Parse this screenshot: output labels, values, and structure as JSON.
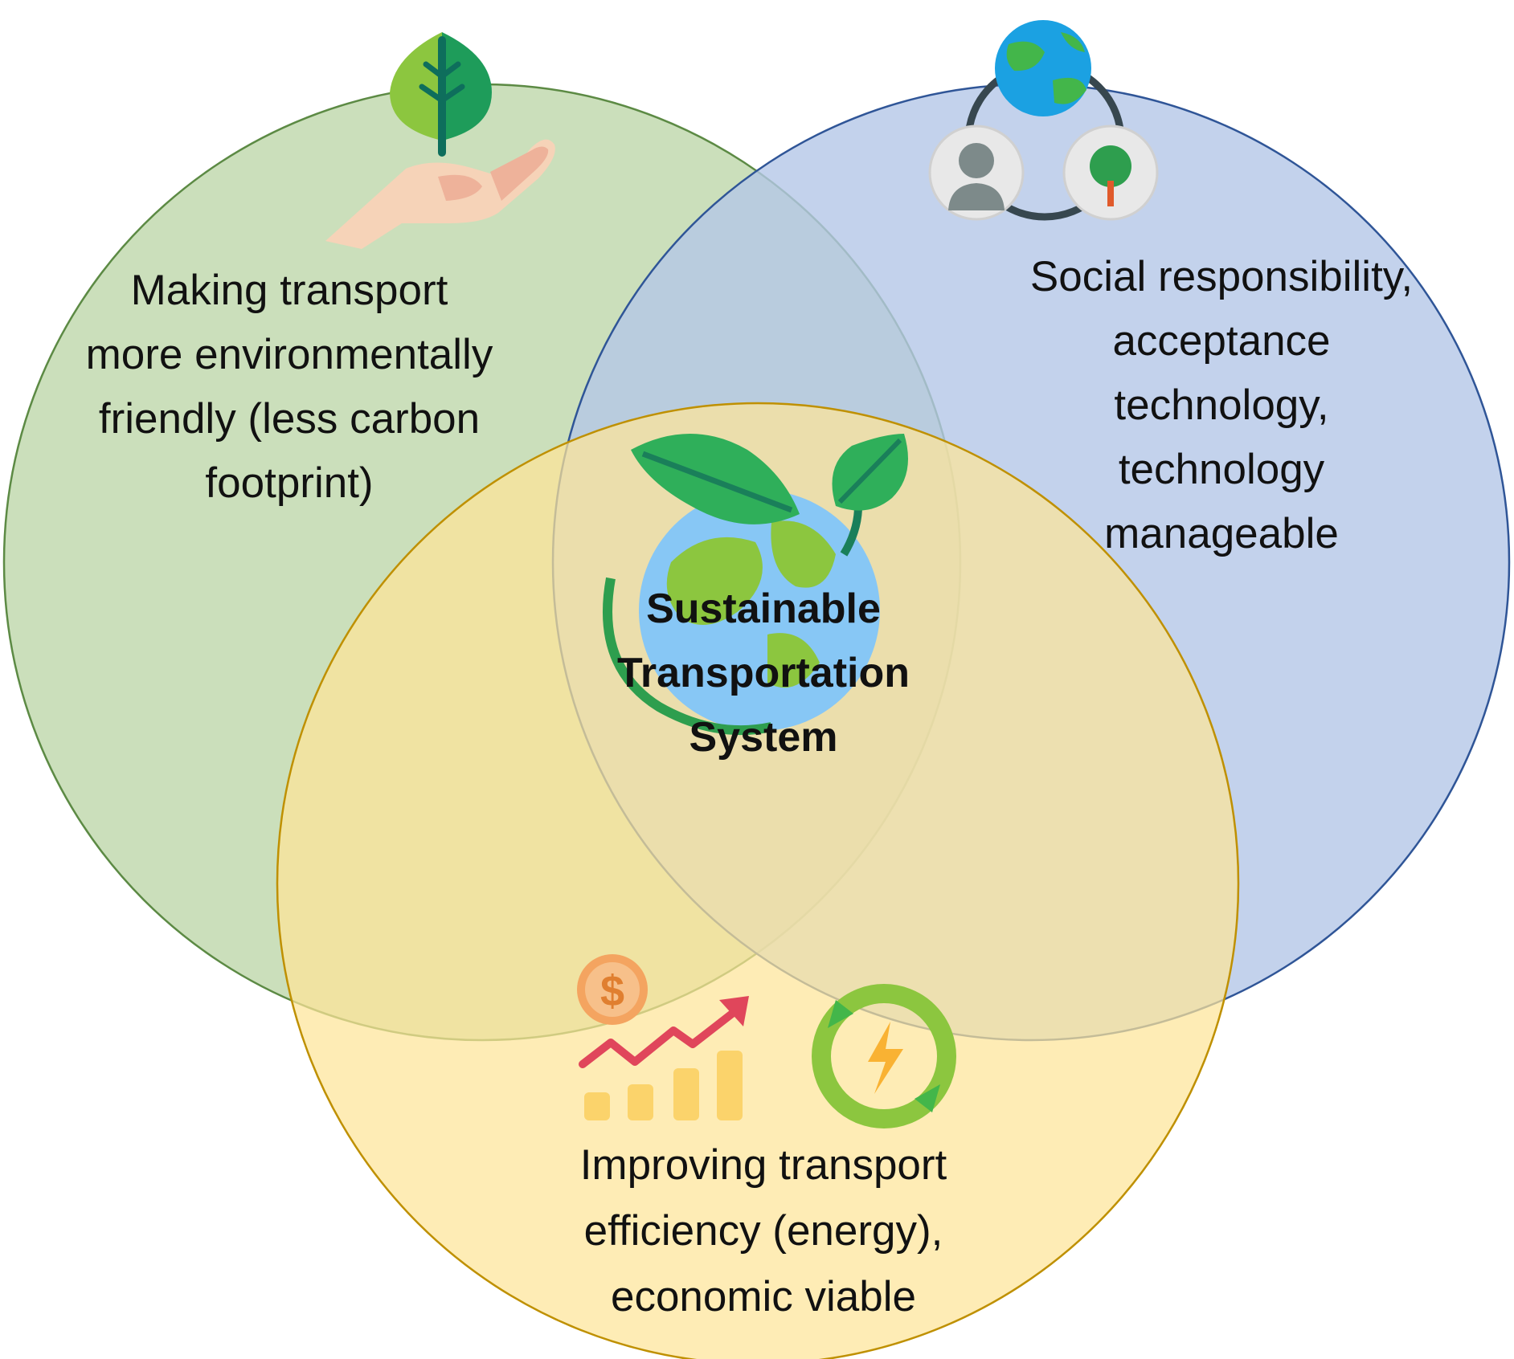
{
  "center": {
    "title_lines": [
      "Sustainable",
      "Transportation",
      "System"
    ]
  },
  "circles": [
    {
      "key": "environment",
      "fill": "#c8ddb7",
      "stroke": "#5c8a44",
      "icon": "hand-holding-leaf-icon",
      "label_lines": [
        "Making transport",
        "more environmentally",
        "friendly  (less carbon",
        "footprint)"
      ]
    },
    {
      "key": "social",
      "fill": "#b4c7e7",
      "stroke": "#2f5597",
      "icon": "globe-person-tree-network-icon",
      "label_lines": [
        "Social responsibility,",
        "acceptance",
        "technology,",
        "technology",
        "manageable"
      ]
    },
    {
      "key": "economic",
      "fill": "#fde599",
      "stroke": "#bf9000",
      "icon": "growth-chart-and-energy-cycle-icon",
      "label_lines": [
        "Improving transport",
        "efficiency (energy),",
        "economic viable"
      ]
    }
  ],
  "center_icon": "globe-with-leaves-icon"
}
